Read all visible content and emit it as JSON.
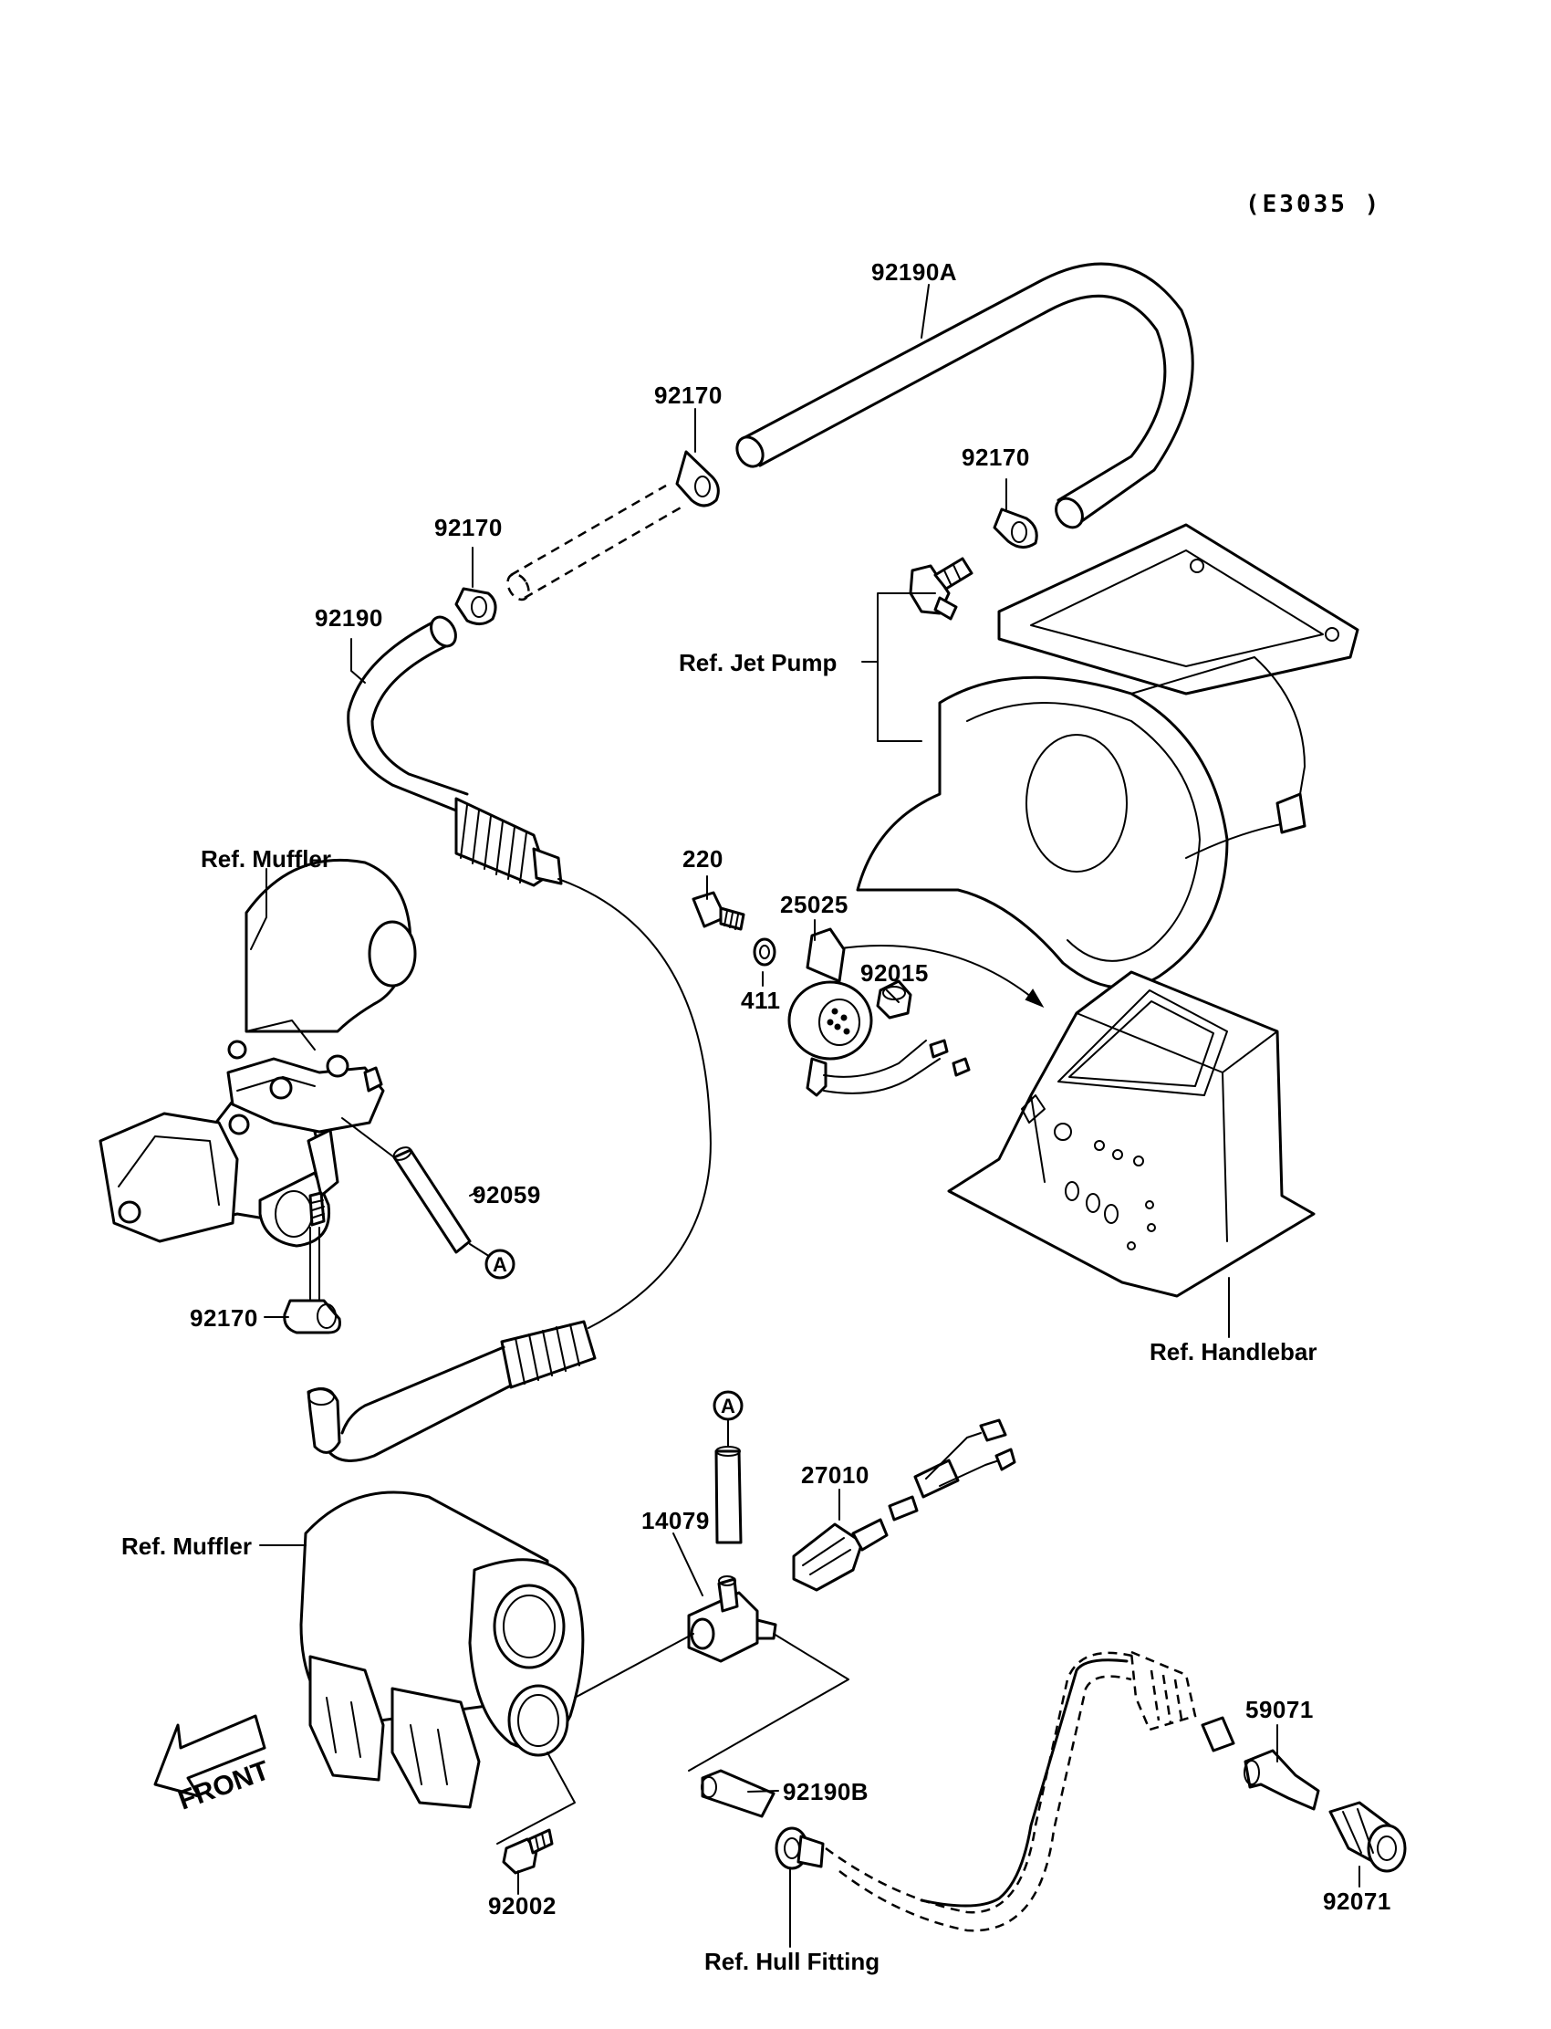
{
  "diagram": {
    "code": "(E3035 )",
    "parts": {
      "hose_upper_a": "92190A",
      "clamp_top": "92170",
      "clamp_right": "92170",
      "clamp_left": "92170",
      "hose_main": "92190",
      "bolt": "220",
      "sensor": "25025",
      "washer": "411",
      "nut": "92015",
      "hose_short": "92059",
      "clamp_lower": "92170",
      "switch": "27010",
      "fitting_t": "14079",
      "hose_b": "92190B",
      "fitting_59071": "59071",
      "plug": "92071",
      "bolt_92002": "92002"
    },
    "refs": {
      "jet_pump": "Ref. Jet Pump",
      "muffler_upper": "Ref. Muffler",
      "muffler_lower": "Ref. Muffler",
      "handlebar": "Ref. Handlebar",
      "hull_fitting": "Ref. Hull Fitting"
    },
    "markers": {
      "a_upper": "A",
      "a_lower": "A"
    },
    "front": "FRONT"
  }
}
